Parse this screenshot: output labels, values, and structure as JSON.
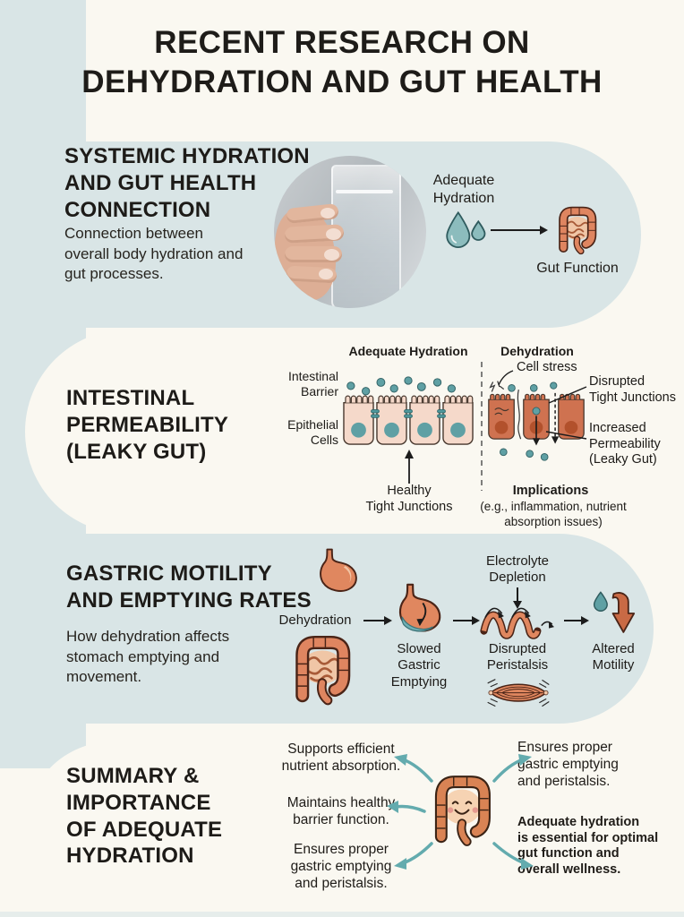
{
  "title": {
    "lines": [
      "RECENT RESEARCH ON",
      "DEHYDRATION AND GUT HEALTH"
    ]
  },
  "section1": {
    "heading": [
      "SYSTEMIC HYDRATION",
      "AND GUT HEALTH",
      "CONNECTION"
    ],
    "body": [
      "Connection between",
      "overall body hydration and",
      "gut processes."
    ],
    "adequate_hydration": [
      "Adequate",
      "Hydration"
    ],
    "gut_function": "Gut Function"
  },
  "section2": {
    "heading": [
      "INTESTINAL",
      "PERMEABILITY",
      "(LEAKY GUT)"
    ],
    "left_column_title": "Adequate Hydration",
    "right_column_title": "Dehydration",
    "intestinal_barrier": [
      "Intestinal",
      "Barrier"
    ],
    "epithelial_cells": [
      "Epithelial",
      "Cells"
    ],
    "cell_stress": "Cell stress",
    "disrupted_tight_junctions": [
      "Disrupted",
      "Tight Junctions"
    ],
    "increased_permeability": [
      "Increased",
      "Permeability",
      "(Leaky Gut)"
    ],
    "healthy_tight_junctions": [
      "Healthy",
      "Tight Junctions"
    ],
    "implications_title": "Implications",
    "implications_note": [
      "(e.g., inflammation, nutrient",
      "absorption issues)"
    ]
  },
  "section3": {
    "heading": [
      "GASTRIC MOTILITY",
      "AND EMPTYING RATES"
    ],
    "body": [
      "How dehydration affects",
      "stomach emptying and",
      "movement."
    ],
    "step_dehydration": "Dehydration",
    "step_slowed": [
      "Slowed",
      "Gastric",
      "Emptying"
    ],
    "note_electrolyte": [
      "Electrolyte",
      "Depletion"
    ],
    "step_disrupted": [
      "Disrupted",
      "Peristalsis"
    ],
    "step_altered": [
      "Altered",
      "Motility"
    ]
  },
  "section4": {
    "heading": [
      "SUMMARY &",
      "IMPORTANCE",
      "OF ADEQUATE",
      "HYDRATION"
    ],
    "point_absorption": [
      "Supports efficient",
      "nutrient absorption."
    ],
    "point_barrier": [
      "Maintains healthy",
      "barrier function."
    ],
    "point_emptying_left": [
      "Ensures proper",
      "gastric emptying",
      "and peristalsis."
    ],
    "point_emptying_right": [
      "Ensures proper",
      "gastric emptying",
      "and peristalsis."
    ],
    "conclusion": [
      "Adequate hydration",
      "is essential for optimal",
      "gut function and",
      "overall wellness."
    ]
  },
  "colors": {
    "background": "#faf8f1",
    "band_teal": "#d9e5e6",
    "text": "#1d1b18",
    "salmon": "#e0875f",
    "salmon_dark": "#4a2417",
    "teal_accent": "#5fa0a4",
    "teal_arrow": "#63abae"
  }
}
